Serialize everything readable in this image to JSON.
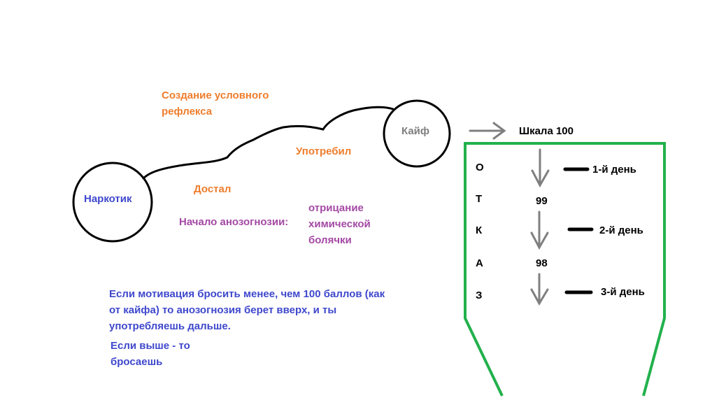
{
  "nodes": {
    "drug": "Наркотик",
    "high": "Кайф"
  },
  "labels": {
    "reflex_line1": "Создание условного",
    "reflex_line2": "рефлекса",
    "used": "Употребил",
    "got": "Достал",
    "anosognosia_start": "Начало анозогнозии:",
    "denial_line1": "отрицание",
    "denial_line2": "химической",
    "denial_line3": "болячки",
    "scale": "Шкала 100"
  },
  "refusal_letters": [
    "О",
    "Т",
    "К",
    "А",
    "З"
  ],
  "scale_values": [
    "99",
    "98"
  ],
  "days": [
    "1-й день",
    "2-й день",
    "3-й день"
  ],
  "notes": {
    "note1_line1": "Если мотивация бросить менее, чем 100 баллов (как",
    "note1_line2": "от кайфа) то анозогнозия берет вверх, и ты",
    "note1_line3": "употребляешь дальше.",
    "note2_line1": "Если выше - то",
    "note2_line2": "бросаешь"
  },
  "colors": {
    "orange": "#ee7d2c",
    "blue": "#3f48cc",
    "purple": "#a349a4",
    "gray": "#7f7f7f",
    "green": "#22b14c",
    "black": "#000000"
  }
}
